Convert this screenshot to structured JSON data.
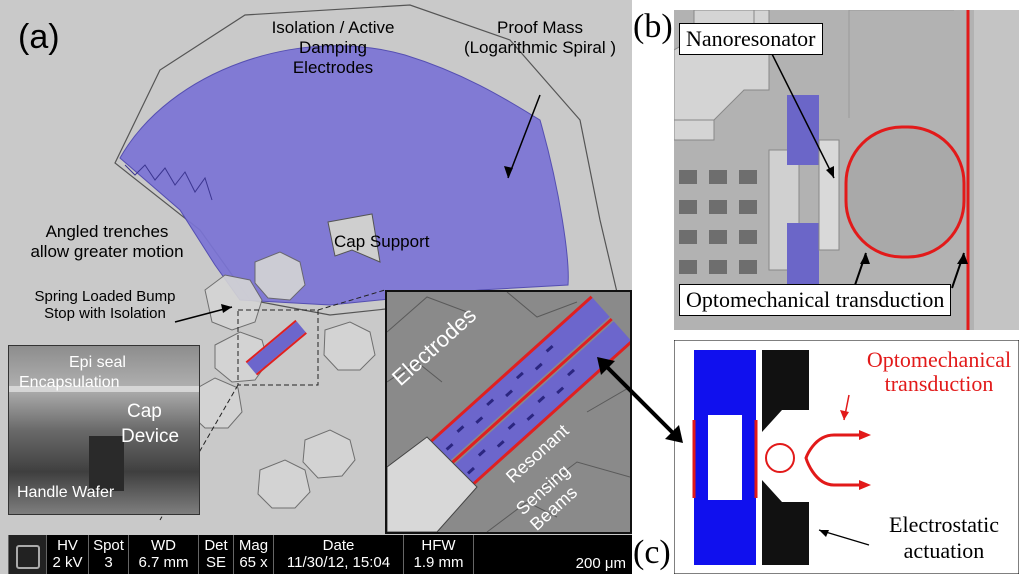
{
  "figure": {
    "panel_labels": {
      "a": "(a)",
      "b": "(b)",
      "c": "(c)"
    }
  },
  "panel_a": {
    "labels": {
      "isolation_line1": "Isolation / Active",
      "isolation_line2": "Damping Electrodes",
      "proof_mass_line1": "Proof Mass",
      "proof_mass_line2": "(Logarithmic Spiral )",
      "angled_line1": "Angled trenches",
      "angled_line2": "allow greater motion",
      "bump_line1": "Spring Loaded Bump",
      "bump_line2": "Stop with Isolation",
      "cap_support": "Cap Support"
    },
    "cross_section": {
      "epi_seal": "Epi seal",
      "encapsulation": "Encapsulation",
      "cap": "Cap",
      "device": "Device",
      "handle_wafer": "Handle Wafer"
    },
    "inset": {
      "electrodes": "Electrodes",
      "resonant": "Resonant",
      "sensing_beams": "Sensing Beams"
    },
    "sem_bar": {
      "columns": [
        {
          "header": "HV",
          "value": "2 kV"
        },
        {
          "header": "Spot",
          "value": "3"
        },
        {
          "header": "WD",
          "value": "6.7 mm"
        },
        {
          "header": "Det",
          "value": "SE"
        },
        {
          "header": "Mag",
          "value": "65 x"
        },
        {
          "header": "Date",
          "value": "11/30/12, 15:04"
        },
        {
          "header": "HFW",
          "value": "1.9 mm"
        }
      ],
      "scale": "200 μm"
    }
  },
  "panel_b": {
    "nanoresonator": "Nanoresonator",
    "optomechanical": "Optomechanical transduction"
  },
  "panel_c": {
    "opto_line1": "Optomechanical",
    "opto_line2": "transduction",
    "electro_line1": "Electrostatic",
    "electro_line2": "actuation"
  },
  "colors": {
    "proof_mass": "#7b74d6",
    "blue": "#1010ee",
    "red": "#e21a1a"
  }
}
